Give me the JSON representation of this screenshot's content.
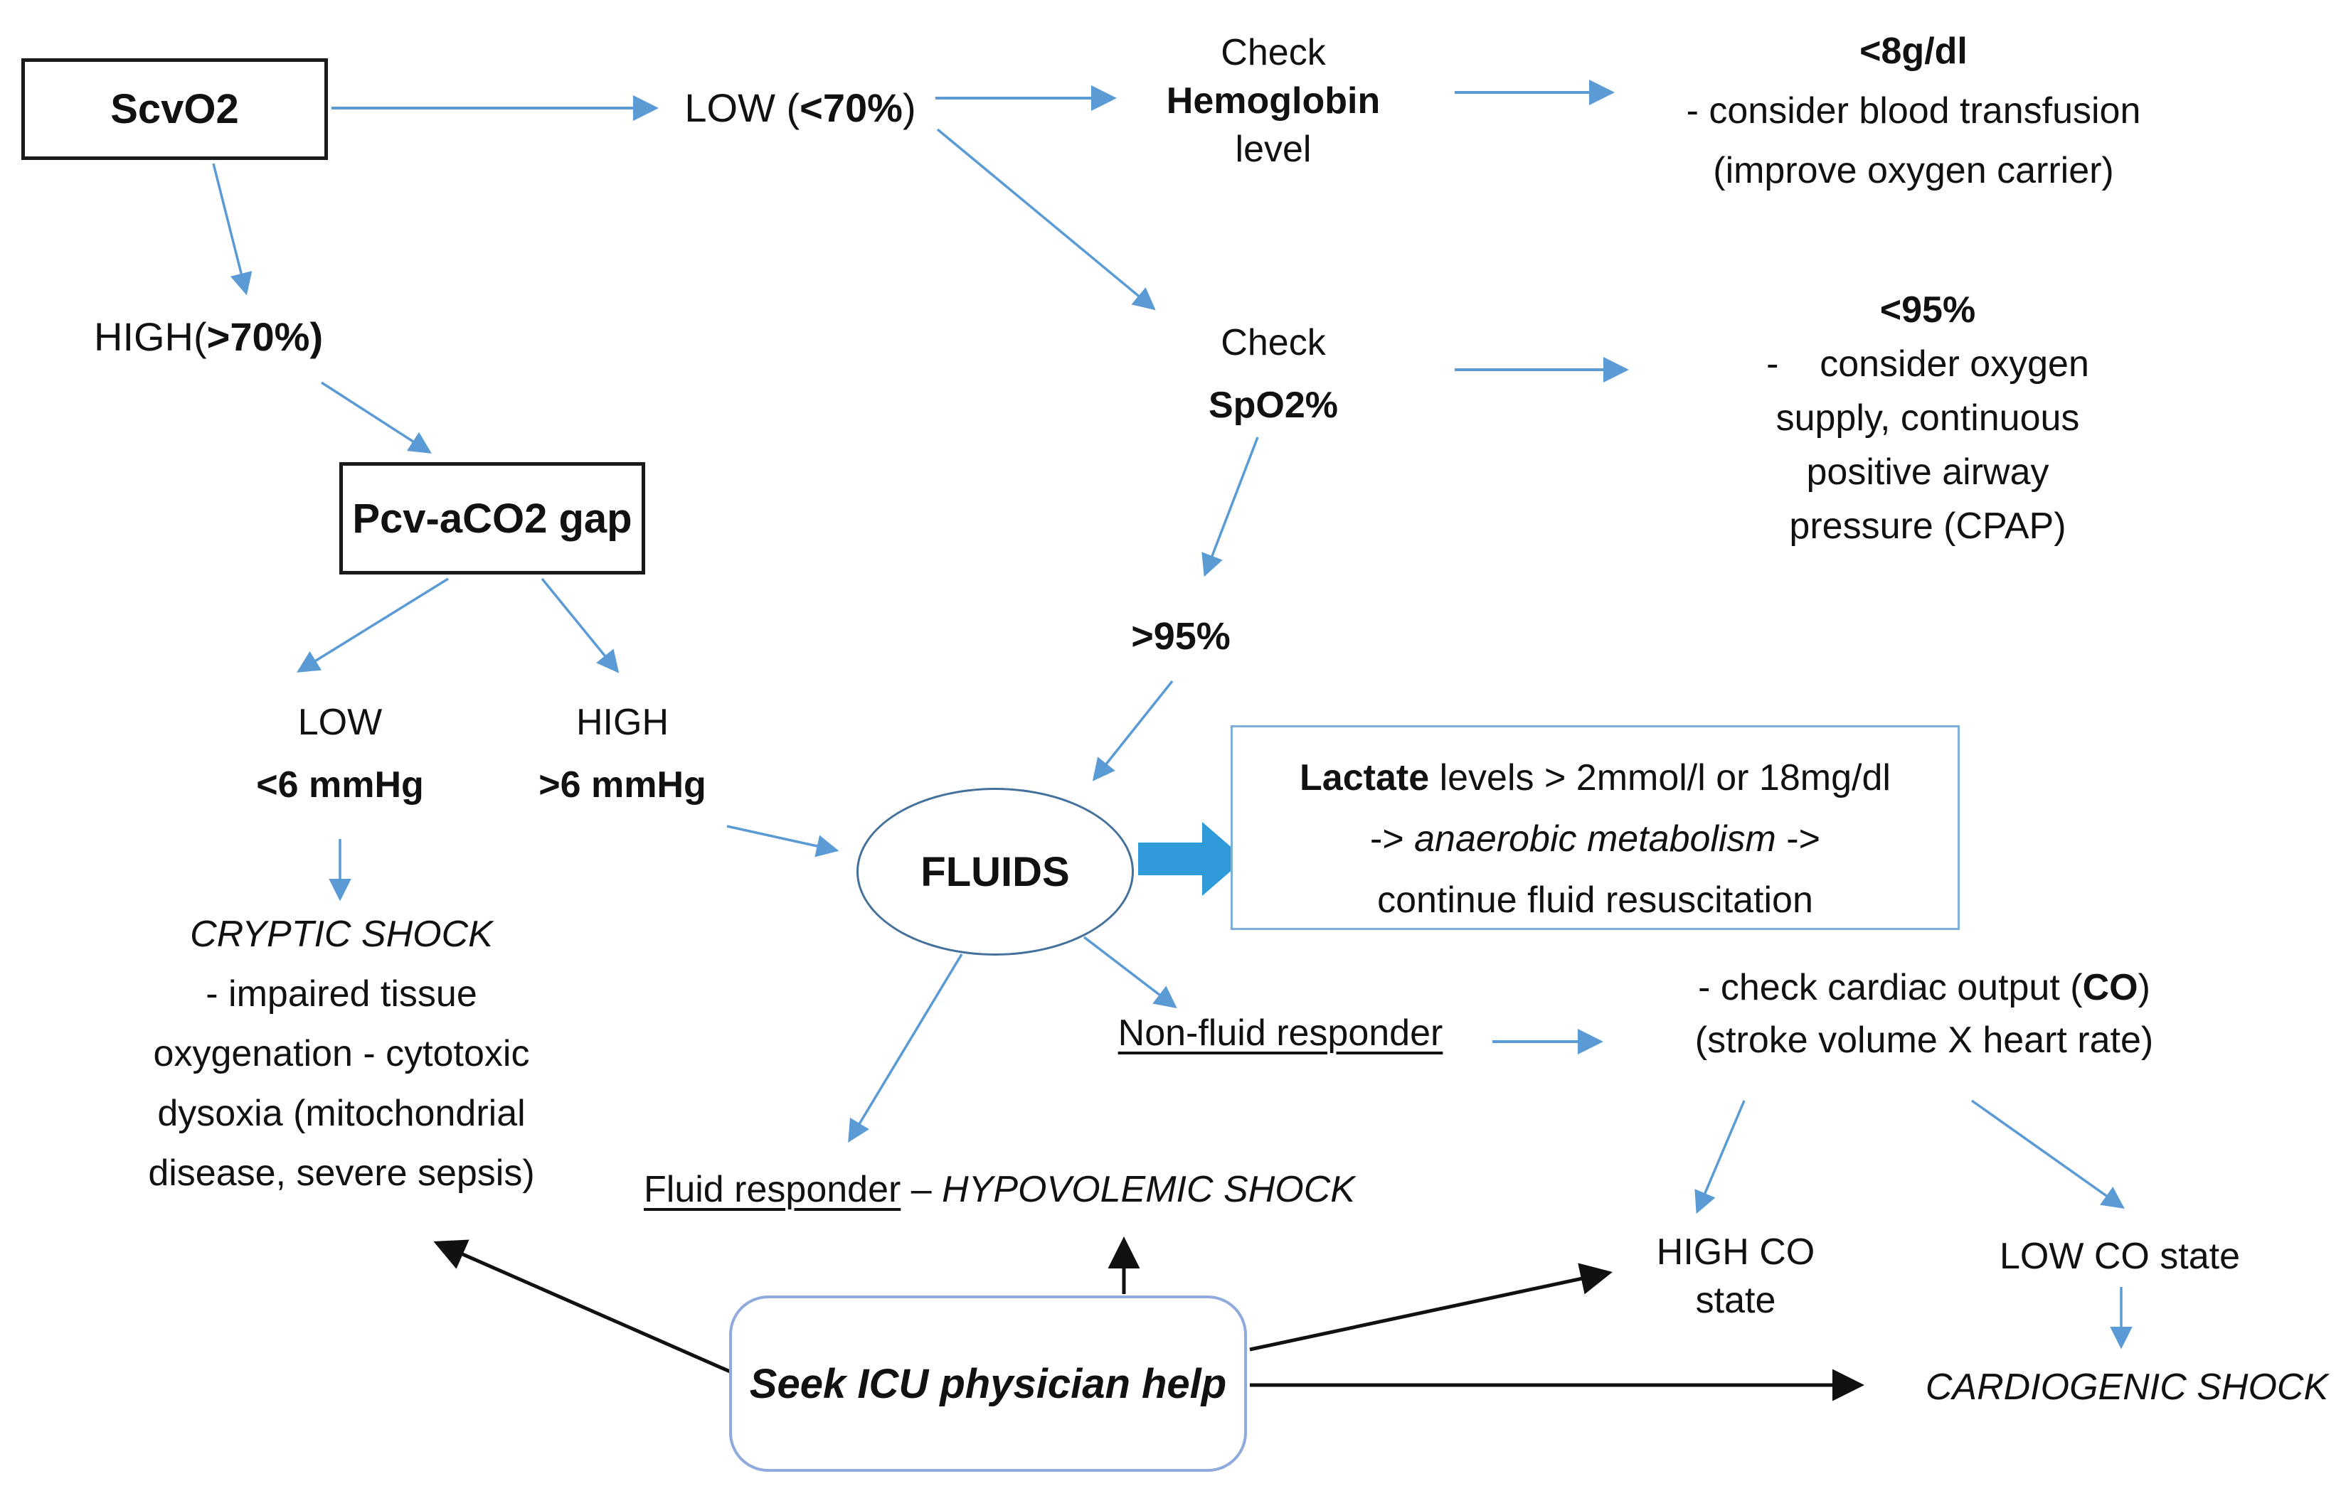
{
  "palette": {
    "background": "#FFFFFF",
    "text": "#111111",
    "arrow_blue": "#5B9BD5",
    "block_arrow_blue": "#2E9BD8",
    "black_box_border": "#1A1A1A",
    "lactate_box_border": "#7FAFD4",
    "seek_box_border": "#8FAADC",
    "ellipse_border": "#44709C",
    "black_arrow": "#111111"
  },
  "nodes": {
    "scvo2": {
      "label": "ScvO2"
    },
    "low70": {
      "pre": "LOW (",
      "bold": "<70%",
      "post": ")"
    },
    "check_hgb": {
      "line1": "Check",
      "line2": "Hemoglobin",
      "line3": "level"
    },
    "hgb_low": {
      "title": "<8g/dl",
      "line1": "- consider blood transfusion",
      "line2": "(improve oxygen carrier)"
    },
    "high70": {
      "pre": "HIGH(",
      "bold": ">70%)"
    },
    "pcv_gap": {
      "label": "Pcv-aCO2 gap"
    },
    "pcv_low": {
      "line1": "LOW",
      "line2": "<6 mmHg"
    },
    "pcv_high": {
      "line1": "HIGH",
      "line2": ">6 mmHg"
    },
    "check_spo2": {
      "line1": "Check",
      "line2": "SpO2%"
    },
    "spo2_low": {
      "title": "<95%",
      "line1": "-    consider oxygen",
      "line2": "supply, continuous",
      "line3": "positive airway",
      "line4": "pressure (CPAP)"
    },
    "spo2_high": {
      "label": ">95%"
    },
    "fluids": {
      "label": "FLUIDS"
    },
    "lactate": {
      "line1_bold": "Lactate",
      "line1_rest": " levels > 2mmol/l or 18mg/dl",
      "line2_pre": "-> ",
      "line2_italic": "anaerobic metabolism",
      "line2_post": " ->",
      "line3": "continue fluid resuscitation"
    },
    "cryptic": {
      "title": "CRYPTIC SHOCK",
      "line1": "- impaired tissue",
      "line2": "oxygenation - cytotoxic",
      "line3": "dysoxia (mitochondrial",
      "line4": "disease, severe sepsis)"
    },
    "fluid_responder": {
      "underlined": "Fluid responder",
      "dash": " – ",
      "italic": "HYPOVOLEMIC SHOCK"
    },
    "non_fluid_responder": {
      "label": "Non-fluid responder"
    },
    "co_check": {
      "line1_pre": "- check cardiac output (",
      "line1_bold": "CO",
      "line1_post": ")",
      "line2": "(stroke volume X heart rate)"
    },
    "high_co": {
      "label": "HIGH CO state"
    },
    "low_co": {
      "label": "LOW CO state"
    },
    "cardiogenic": {
      "label": "CARDIOGENIC SHOCK"
    },
    "seek_icu": {
      "label": "Seek ICU physician help"
    }
  }
}
